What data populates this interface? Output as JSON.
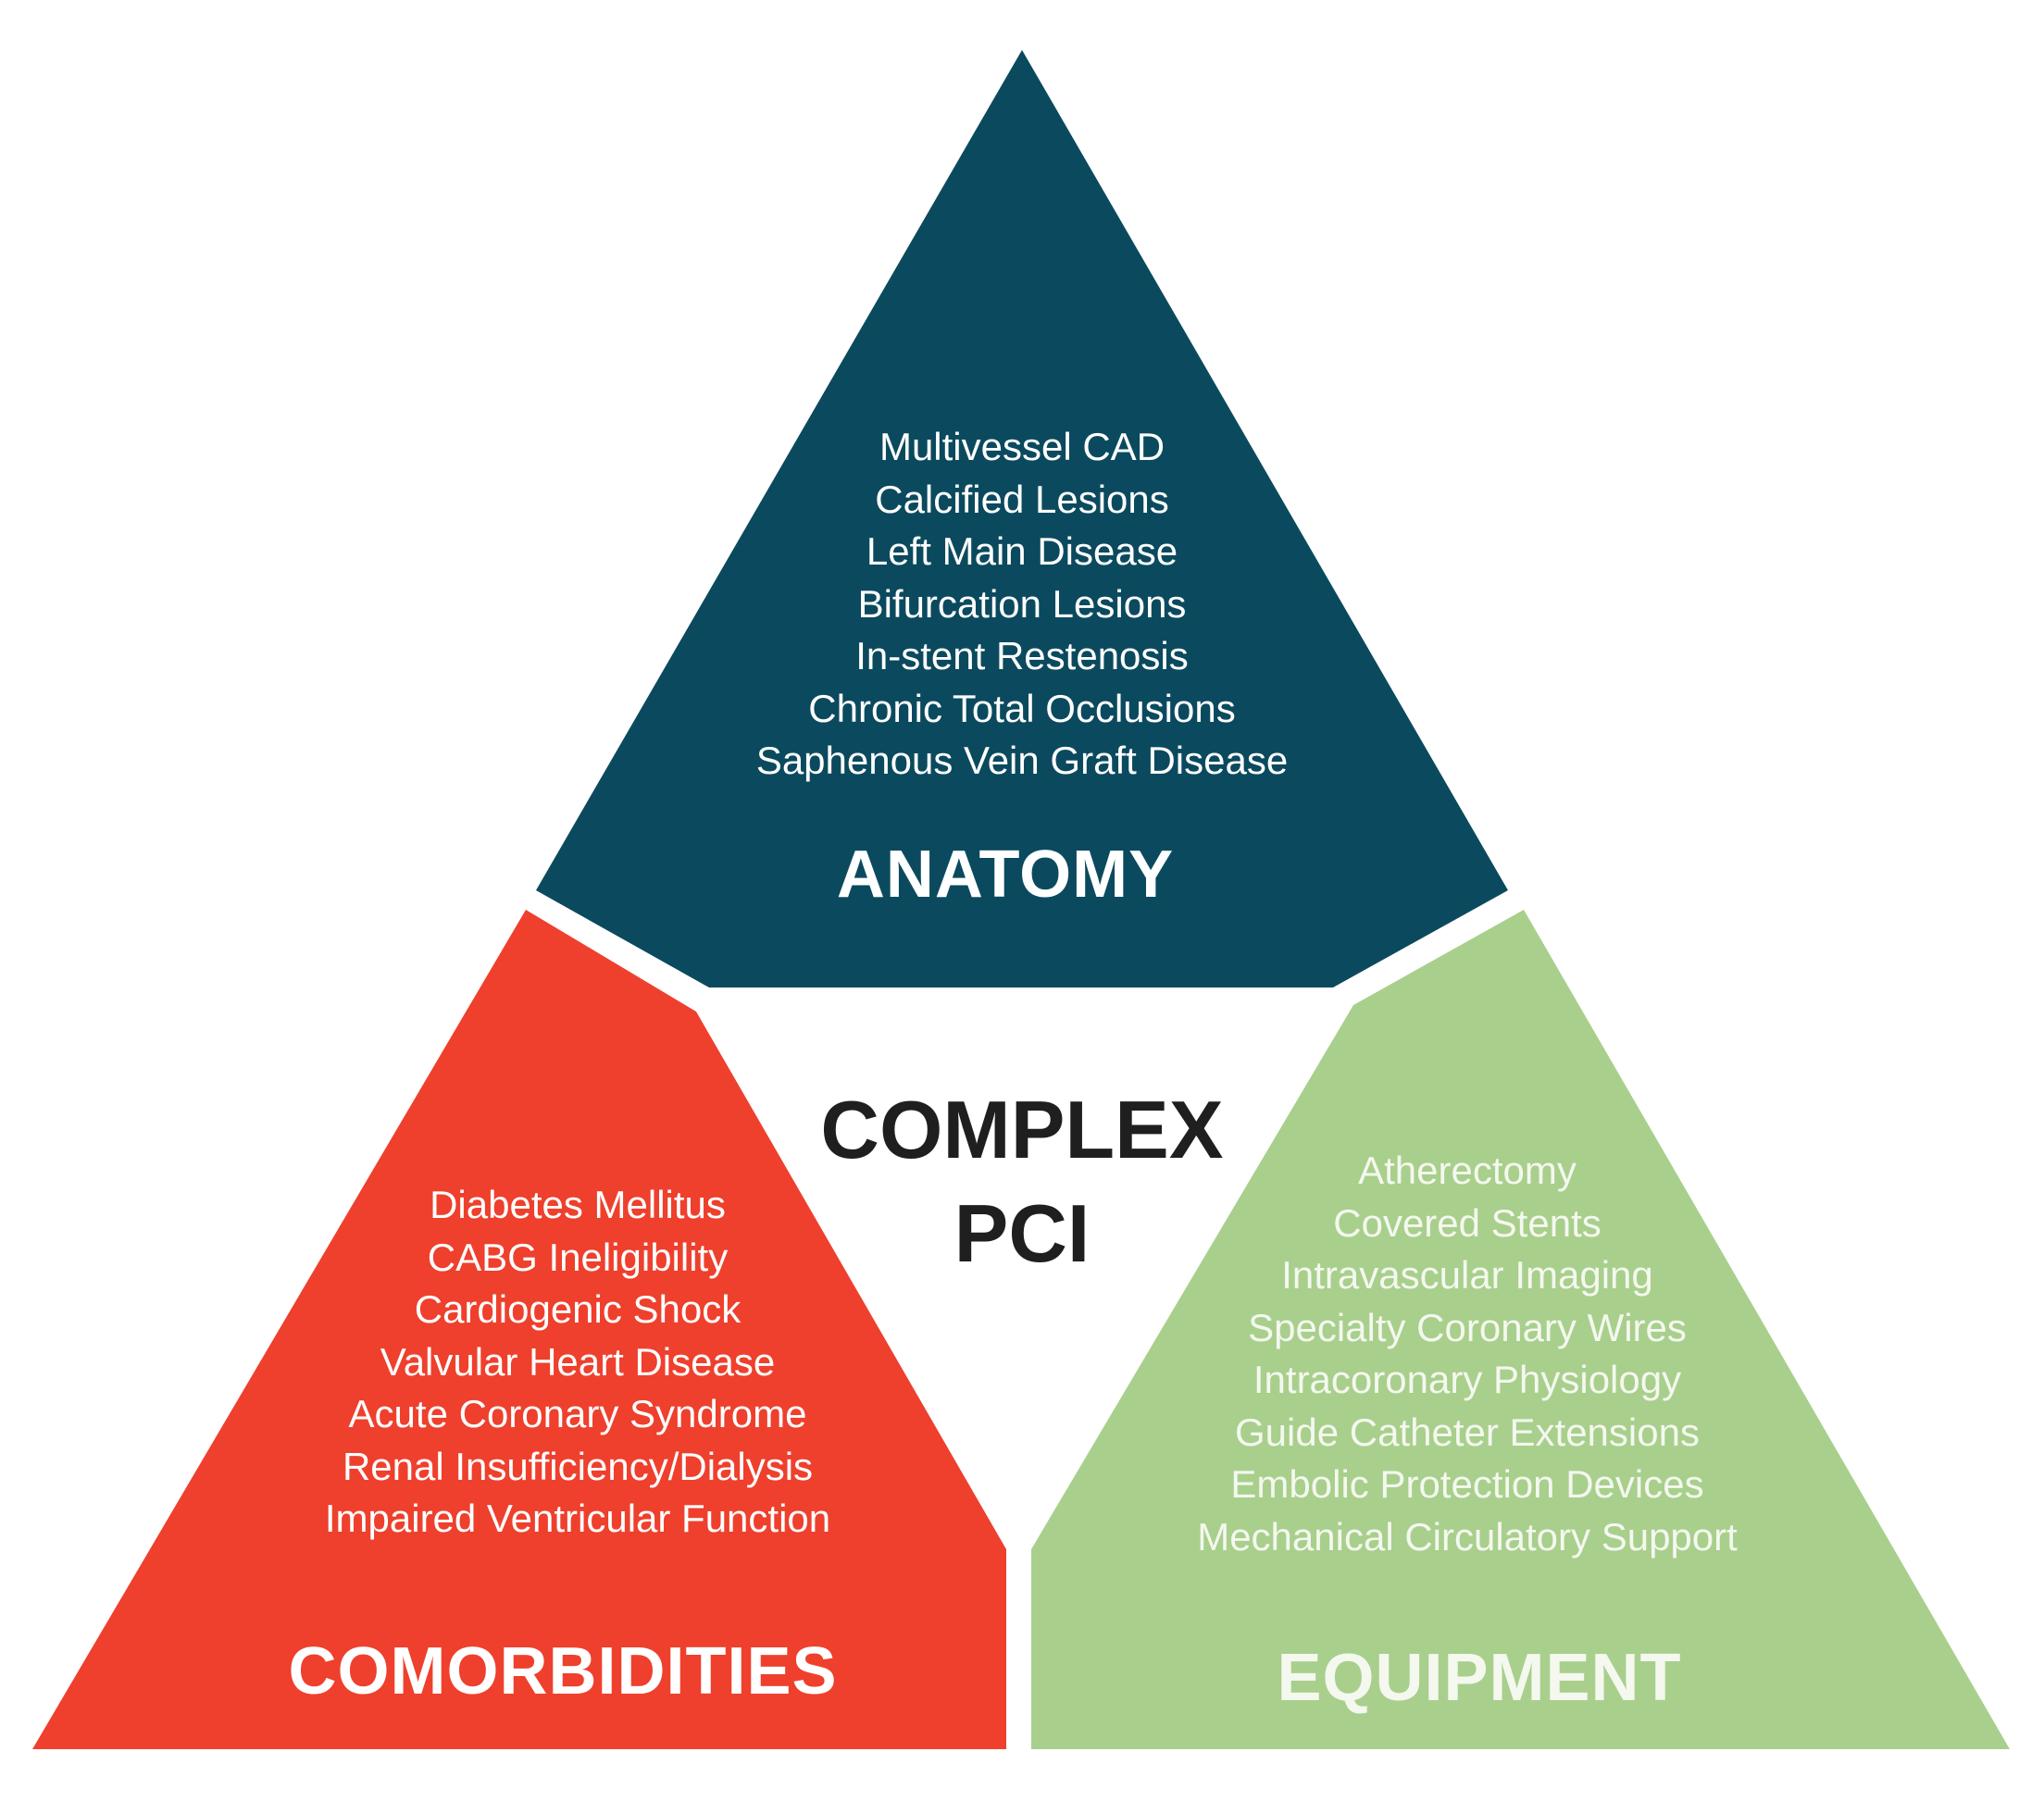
{
  "colors": {
    "anatomy": "#0b4a5e",
    "comorbidities": "#ee402d",
    "equipment": "#a9cf8c",
    "center_text": "#1f1f1f"
  },
  "center": {
    "line1": "COMPLEX",
    "line2": "PCI"
  },
  "anatomy": {
    "title": "ANATOMY",
    "items": [
      "Multivessel CAD",
      "Calcified Lesions",
      "Left Main Disease",
      "Bifurcation Lesions",
      "In-stent Restenosis",
      "Chronic Total Occlusions",
      "Saphenous Vein Graft Disease"
    ]
  },
  "comorbidities": {
    "title": "COMORBIDITIES",
    "items": [
      "Diabetes Mellitus",
      "CABG Ineligibility",
      "Cardiogenic Shock",
      "Valvular Heart Disease",
      "Acute Coronary Syndrome",
      "Renal Insufficiency/Dialysis",
      "Impaired Ventricular Function"
    ]
  },
  "equipment": {
    "title": "EQUIPMENT",
    "items": [
      "Atherectomy",
      "Covered Stents",
      "Intravascular Imaging",
      "Specialty Coronary Wires",
      "Intracoronary Physiology",
      "Guide Catheter Extensions",
      "Embolic Protection Devices",
      "Mechanical Circulatory Support"
    ]
  }
}
